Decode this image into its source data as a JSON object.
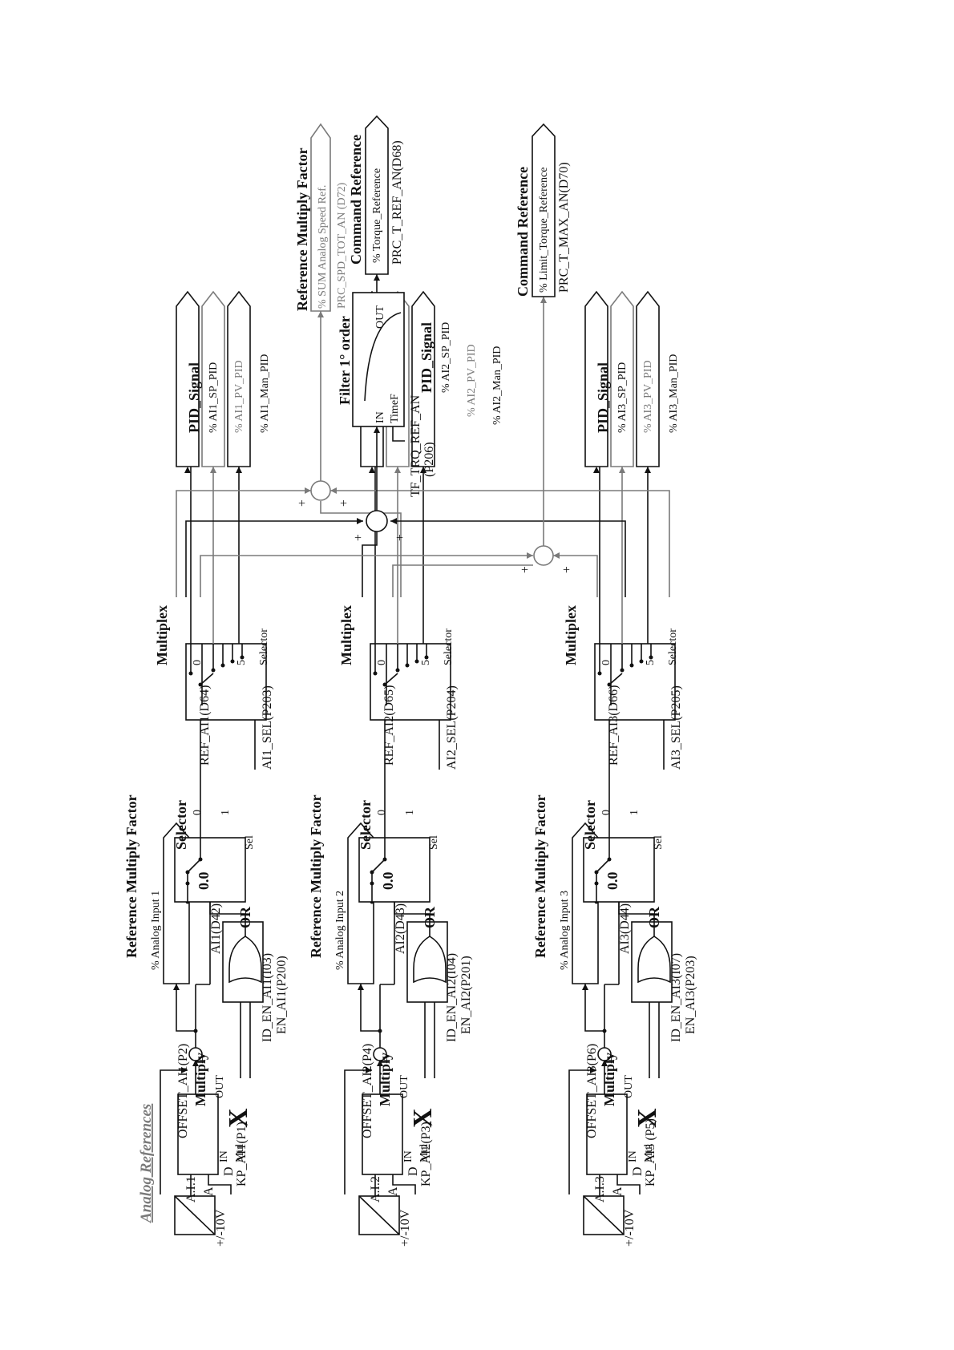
{
  "title": "Analog References",
  "channels": [
    {
      "id": "1",
      "ai_label": "A.I.1",
      "range": "+/-10V",
      "adc_a": "A",
      "adc_d": "D",
      "kp": "KP_AI1(P1)",
      "offset": "OFFSET_AI1(P2)",
      "mul_title": "Multiply",
      "mul_in": "IN",
      "mul_mul": "Mul",
      "mul_out": "OUT",
      "mul_x": "X",
      "plus": "+",
      "rmf_title": "Reference Multiply Factor",
      "rmf_label": "% Analog Input 1",
      "ai_sig": "AI1(D42)",
      "id_en": "ID_EN_AI1(I03)",
      "en": "EN_AI1(P200)",
      "or_label": "OR",
      "zero": "0.0",
      "sel_title": "Selector",
      "sel_0": "0",
      "sel_1": "1",
      "sel_sel": "Sel",
      "ref": "REF_AI1(D64)",
      "sel_param": "AI1_SEL(P203)",
      "mux_title": "Multiplex",
      "mux_0": "0",
      "mux_5": "5",
      "mux_selector": "Selector",
      "pid_title": "PID_Signal",
      "pid_sp": "% AI1_SP_PID",
      "pid_pv": "% AI1_PV_PID",
      "pid_man": "% AI1_Man_PID"
    },
    {
      "id": "2",
      "ai_label": "A.I.2",
      "range": "+/-10V",
      "adc_a": "A",
      "adc_d": "D",
      "kp": "KP_AI2(P3)",
      "offset": "OFFSET_AI2(P4)",
      "mul_title": "Multiply",
      "mul_in": "IN",
      "mul_mul": "Mul",
      "mul_out": "OUT",
      "mul_x": "X",
      "plus": "+",
      "rmf_title": "Reference Multiply Factor",
      "rmf_label": "% Analog Input 2",
      "ai_sig": "AI2(D43)",
      "id_en": "ID_EN_AI2(I04)",
      "en": "EN_AI2(P201)",
      "or_label": "OR",
      "zero": "0.0",
      "sel_title": "Selector",
      "sel_0": "0",
      "sel_1": "1",
      "sel_sel": "Sel",
      "ref": "REF_AI2(D65)",
      "sel_param": "AI2_SEL(P204)",
      "mux_title": "Multiplex",
      "mux_0": "0",
      "mux_5": "5",
      "mux_selector": "Selector",
      "pid_title": "PID_Signal",
      "pid_sp": "% AI2_SP_PID",
      "pid_pv": "% AI2_PV_PID",
      "pid_man": "% AI2_Man_PID"
    },
    {
      "id": "3",
      "ai_label": "A.I.3",
      "range": "+/-10V",
      "adc_a": "A",
      "adc_d": "D",
      "kp": "KP_AI3 (P5)",
      "offset": "OFFSET_AI3(P6)",
      "mul_title": "Multiply",
      "mul_in": "IN",
      "mul_mul": "Mul",
      "mul_out": "OUT",
      "mul_x": "X",
      "plus": "+",
      "rmf_title": "Reference Multiply Factor",
      "rmf_label": "% Analog Input 3",
      "ai_sig": "AI3(D44)",
      "id_en": "ID_EN_AI3(I07)",
      "en": "EN_AI3(P203)",
      "or_label": "OR",
      "zero": "0.0",
      "sel_title": "Selector",
      "sel_0": "0",
      "sel_1": "1",
      "sel_sel": "Sel",
      "ref": "REF_AI3(D66)",
      "sel_param": "AI3_SEL(P205)",
      "mux_title": "Multiplex",
      "mux_0": "0",
      "mux_5": "5",
      "mux_selector": "Selector",
      "pid_title": "PID_Signal",
      "pid_sp": "% AI3_SP_PID",
      "pid_pv": "% AI3_PV_PID",
      "pid_man": "% AI3_Man_PID"
    }
  ],
  "summers": {
    "plus": "+"
  },
  "filter": {
    "title": "Filter 1° order",
    "in": "IN",
    "timef": "TimeF",
    "out": "OUT",
    "param": "TF_TRQ_REF_AN",
    "param_code": "(P206)"
  },
  "outputs": {
    "speed": {
      "title": "Reference Multiply Factor",
      "label": "% SUM Analog Speed Ref.",
      "code": "PRC_SPD_TOT_AN (D72)"
    },
    "torque": {
      "title": "Command Reference",
      "label": "% Torque_Reference",
      "code": "PRC_T_REF_AN(D68)"
    },
    "limit": {
      "title": "Command Reference",
      "label": "% Limit_Torque_Reference",
      "code": "PRC_T_MAX_AN(D70)"
    }
  }
}
